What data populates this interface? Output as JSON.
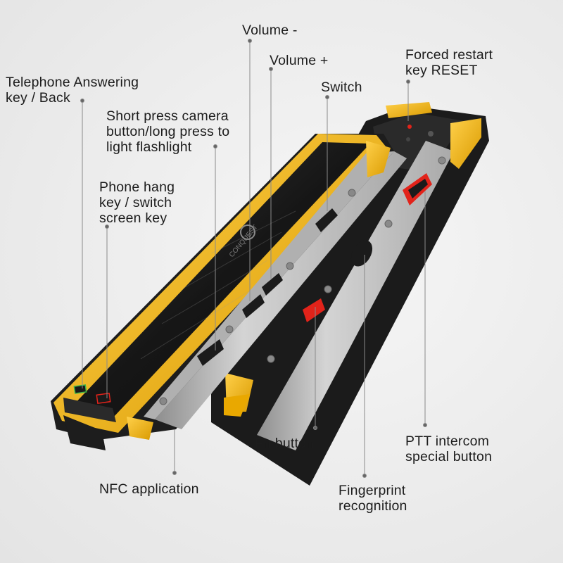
{
  "labels": {
    "volume_down": [
      "Volume -"
    ],
    "volume_up": [
      "Volume +"
    ],
    "forced_restart": [
      "Forced restart",
      "key RESET"
    ],
    "telephone_answering": [
      "Telephone Answering",
      "key / Back"
    ],
    "switch": [
      "Switch"
    ],
    "camera_button": [
      "Short press camera",
      "button/long press to",
      "light flashlight"
    ],
    "phone_hang": [
      "Phone hang",
      "key / switch",
      "screen key"
    ],
    "fn_button": [
      "Fn button"
    ],
    "ptt_button": [
      "PTT intercom",
      "special button"
    ],
    "nfc": [
      "NFC application"
    ],
    "fingerprint": [
      "Fingerprint",
      "recognition"
    ]
  },
  "brand_text": "CONQUEST",
  "colors": {
    "accent_yellow": "#f2b10f",
    "body_black": "#1d1d1d",
    "rail_silver": "#b9b9b9",
    "ptt_red": "#e2231a",
    "leader_line": "#8a8a8a"
  }
}
